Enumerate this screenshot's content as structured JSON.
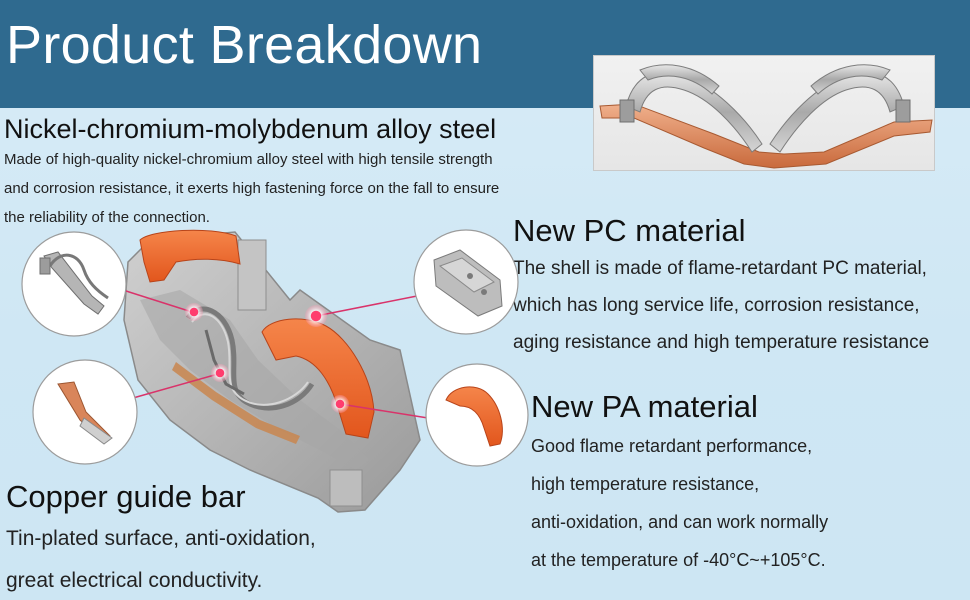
{
  "header": {
    "title": "Product Breakdown"
  },
  "sections": {
    "alloy_steel": {
      "heading": "Nickel-chromium-molybdenum alloy steel",
      "lines": [
        "Made of high-quality nickel-chromium alloy steel with high tensile strength",
        "and corrosion resistance, it exerts high fastening force on the fall to ensure",
        "the reliability of the connection."
      ]
    },
    "pc_material": {
      "heading": "New PC material",
      "lines": [
        "The shell is made of flame-retardant PC material,",
        "which has long service life, corrosion resistance,",
        "aging resistance and high temperature resistance"
      ]
    },
    "pa_material": {
      "heading": "New PA material",
      "lines": [
        "Good flame retardant performance,",
        "high temperature resistance,",
        "anti-oxidation, and can work normally",
        "at the temperature of -40°C~+105°C."
      ]
    },
    "copper_bar": {
      "heading": "Copper guide bar",
      "lines": [
        "Tin-plated surface, anti-oxidation,",
        "great electrical conductivity."
      ]
    }
  },
  "colors": {
    "banner": "#2f6a8f",
    "background": "#d8ecf7",
    "accent_orange": "#ee6a2c",
    "shell_gray": "#b3b3b3",
    "leader_line": "#d9336a",
    "copper": "#d9855a",
    "steel": "#b9b9b9"
  },
  "icons": [
    "spring-clip-photo",
    "steel-clip-callout-icon",
    "copper-bar-callout-icon",
    "pc-shell-callout-icon",
    "pa-lever-callout-icon",
    "connector-cutaway-icon"
  ]
}
